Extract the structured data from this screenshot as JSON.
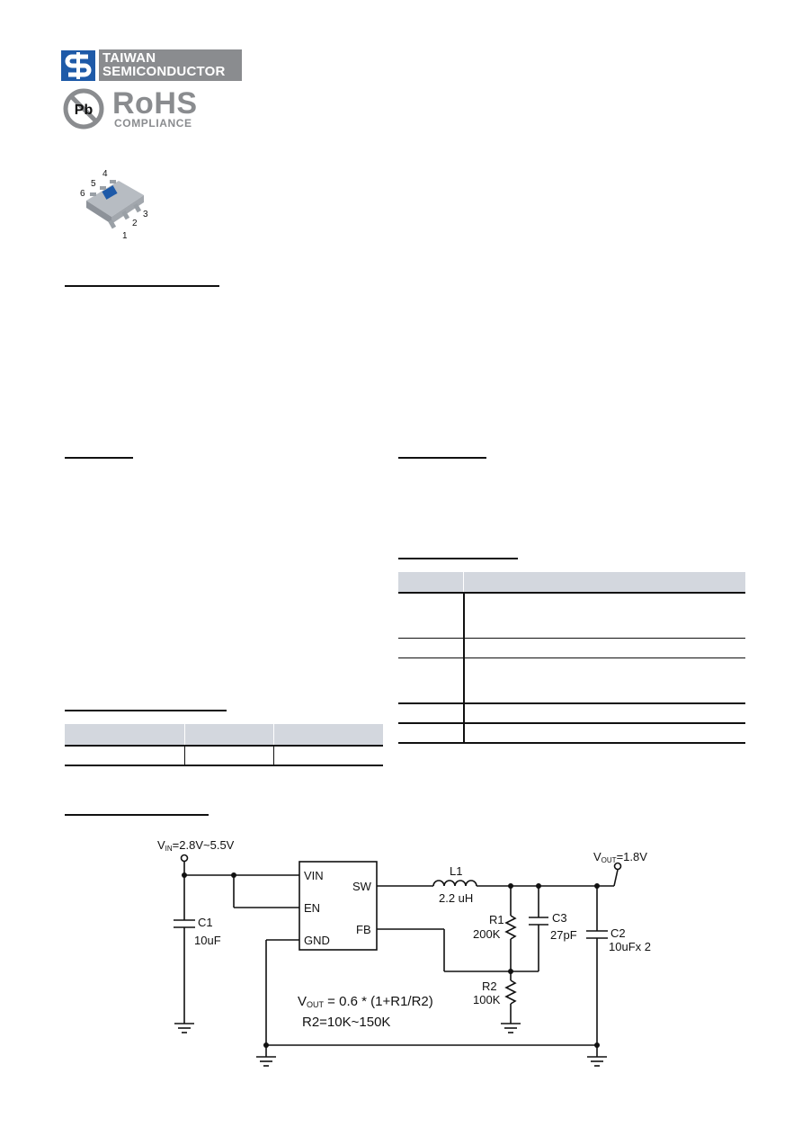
{
  "logo": {
    "line1": "TAIWAN",
    "line2": "SEMICONDUCTOR",
    "brand_color": "#8a8c8f",
    "mark_color": "#1e5aa8"
  },
  "rohs": {
    "icon_text": "Pb",
    "title": "RoHS",
    "subtitle": "COMPLIANCE"
  },
  "package": {
    "pins": [
      "1",
      "2",
      "3",
      "4",
      "5",
      "6"
    ]
  },
  "schematic": {
    "vin_label": "V",
    "vin_sub": "IN",
    "vin_range": "=2.8V~5.5V",
    "vout_label": "V",
    "vout_sub": "OUT",
    "vout_value": "=1.8V",
    "ic_pins": {
      "vin": "VIN",
      "en": "EN",
      "gnd": "GND",
      "sw": "SW",
      "fb": "FB"
    },
    "l1": {
      "name": "L1",
      "value": "2.2 uH"
    },
    "r1": {
      "name": "R1",
      "value": "200K"
    },
    "r2": {
      "name": "R2",
      "value": "100K"
    },
    "c1": {
      "name": "C1",
      "value": "10uF"
    },
    "c2": {
      "name": "C2",
      "value": "10uFx 2"
    },
    "c3": {
      "name": "C3",
      "value": "27pF"
    },
    "formula_v": "V",
    "formula_sub": "OUT",
    "formula_rest": " = 0.6 * (1+R1/R2)",
    "r2_range": "R2=10K~150K"
  }
}
